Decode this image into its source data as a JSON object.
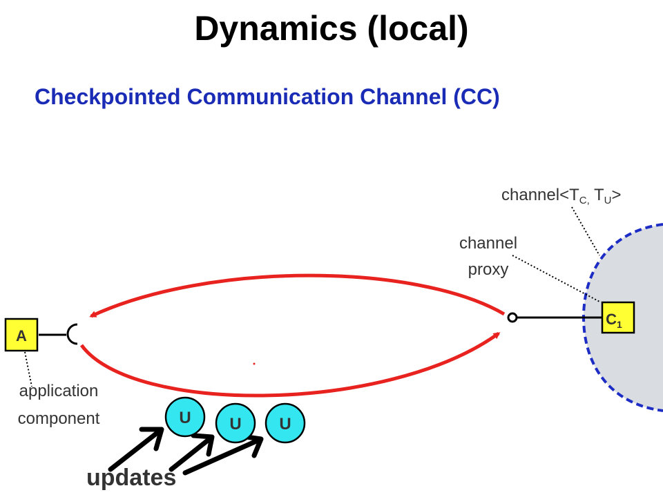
{
  "title": "Dynamics (local)",
  "subtitle": "Checkpointed Communication Channel (CC)",
  "labels": {
    "channel_prefix": "channel<T",
    "channel_sub1": "C,",
    "channel_mid": " T",
    "channel_sub2": "U",
    "channel_suffix": ">",
    "proxy_line1": "channel",
    "proxy_line2": "proxy",
    "app_line1": "application",
    "app_line2": "component",
    "updates": "updates"
  },
  "nodes": {
    "a": "A",
    "c_main": "C",
    "c_sub": "1",
    "u1": "U",
    "u2": "U",
    "u3": "U"
  },
  "colors": {
    "arrow": "#e8221e",
    "region_fill": "#d9dce0",
    "region_border": "#1c2cc4",
    "box_fill": "#ffff33",
    "update_fill": "#33e6f0",
    "subtitle": "#1a2bb5"
  }
}
